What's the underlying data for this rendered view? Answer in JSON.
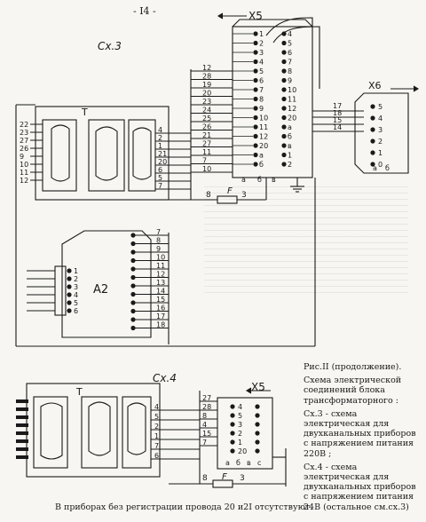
{
  "page_number": "- I4 -",
  "scheme3": {
    "label": "Сх.3",
    "connector_x5": "X5",
    "connector_x6": "X6",
    "transformer_label": "T",
    "board_label": "A2",
    "fuse_label": "F",
    "x5_pins": [
      "1",
      "2",
      "3",
      "4",
      "5",
      "6",
      "7",
      "8",
      "9",
      "10",
      "11",
      "12",
      "20",
      "а",
      "б",
      "в"
    ],
    "t_left_pins": [
      "22",
      "23",
      "27",
      "26",
      "9",
      "10",
      "11",
      "12"
    ],
    "t_right_pins": [
      "4",
      "2",
      "1",
      "21",
      "20",
      "6",
      "5",
      "7"
    ],
    "x5_wire_pins": [
      "12",
      "28",
      "19",
      "20",
      "23",
      "24",
      "25",
      "26",
      "21",
      "27",
      "11",
      "7",
      "10"
    ],
    "x6_pins": [
      "5",
      "4",
      "3",
      "2",
      "1",
      "0",
      "а",
      "б"
    ],
    "x6_wires": [
      "17",
      "18",
      "15",
      "14"
    ],
    "a2_left_pins": [
      "1",
      "2",
      "3",
      "4",
      "5",
      "6"
    ],
    "a2_right_pins": [
      "7",
      "8",
      "9",
      "10",
      "11",
      "12",
      "13",
      "14",
      "15",
      "16",
      "17",
      "18"
    ],
    "bottom_wires": [
      "8",
      "3"
    ]
  },
  "scheme4": {
    "label": "Сх.4",
    "connector_x5": "X5",
    "transformer_label": "T",
    "fuse_label": "F",
    "t_right_pins": [
      "4",
      "5",
      "2",
      "1",
      "7",
      "6"
    ],
    "x5_wire_pins": [
      "27",
      "28",
      "8",
      "4",
      "15",
      "7"
    ],
    "x5_pins": [
      "4",
      "5",
      "3",
      "2",
      "1",
      "20",
      "а",
      "б",
      "в",
      "с"
    ],
    "bottom_wires": [
      "8",
      "3"
    ]
  },
  "caption": {
    "title": "Рис.II (продолжение).",
    "line1": "Схема электрической соединений блока трансформаторного :",
    "item1": "Сх.3 - схема электрическая для двухканальных приборов с напряжением питания 220В ;",
    "item2": "Сх.4 - схема электрическая для двухканальных приборов с напряжением питания 24В   (остальное см.сх.3)"
  },
  "footnote": "В приборах без регистрации провода 20 и2I отсутствуют."
}
